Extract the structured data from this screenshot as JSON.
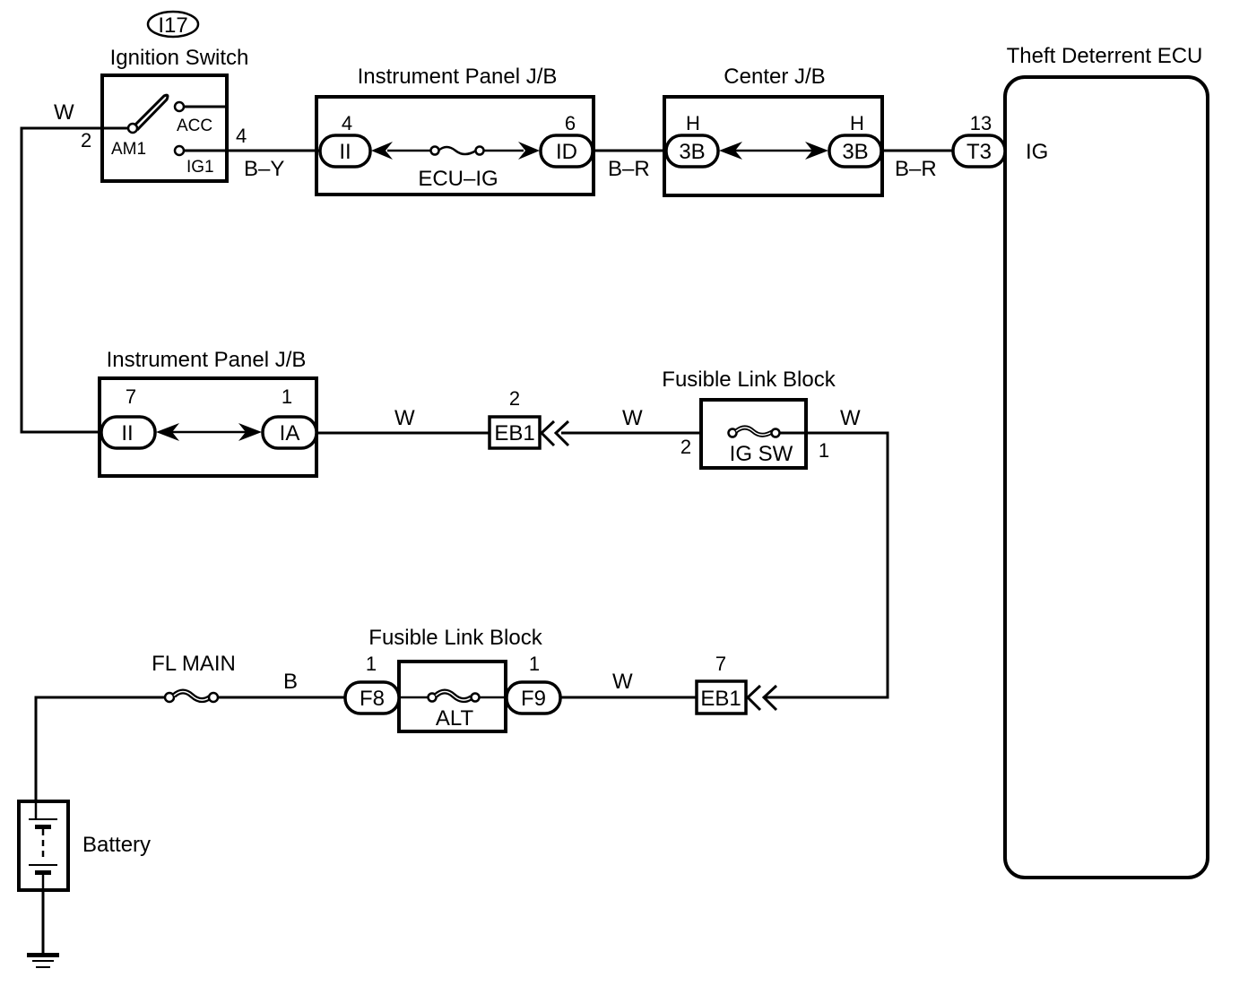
{
  "diagram": {
    "type": "wiring-diagram",
    "components": {
      "ignition_switch": {
        "code": "I17",
        "title": "Ignition Switch",
        "terminals": {
          "am1": "AM1",
          "acc": "ACC",
          "ig1": "IG1"
        },
        "pin_in": "2",
        "pin_out": "4"
      },
      "ip_jb_top": {
        "title": "Instrument Panel J/B",
        "left_pin": "4",
        "left_connector": "II",
        "right_pin": "6",
        "right_connector": "ID",
        "fuse": "ECU–IG"
      },
      "center_jb": {
        "title": "Center J/B",
        "left_pin": "H",
        "left_connector": "3B",
        "right_pin": "H",
        "right_connector": "3B"
      },
      "theft_ecu": {
        "title": "Theft Deterrent ECU",
        "pin": "13",
        "connector": "T3",
        "terminal": "IG"
      },
      "ip_jb_bottom": {
        "title": "Instrument Panel J/B",
        "left_pin": "7",
        "left_connector": "II",
        "right_pin": "1",
        "right_connector": "IA"
      },
      "eb1_upper": {
        "pin": "2",
        "connector": "EB1"
      },
      "fusible_link_ig": {
        "title": "Fusible Link Block",
        "fuse": "IG SW",
        "left_pin": "2",
        "right_pin": "1"
      },
      "fl_main": {
        "title": "FL MAIN"
      },
      "fusible_link_alt": {
        "title": "Fusible Link Block",
        "left_pin": "1",
        "left_connector": "F8",
        "right_pin": "1",
        "right_connector": "F9",
        "fuse": "ALT"
      },
      "eb1_lower": {
        "pin": "7",
        "connector": "EB1"
      },
      "battery": {
        "title": "Battery"
      }
    },
    "wire_colors": {
      "sw_in": "W",
      "sw_out": "B–Y",
      "ip_to_center": "B–R",
      "center_to_ecu": "B–R",
      "ia_to_eb1": "W",
      "eb1_to_fl": "W",
      "fl_out": "W",
      "fl_main_to_f8": "B",
      "f9_to_eb1": "W"
    },
    "icons": [
      "switch-icon",
      "fuse-icon",
      "fusible-link-icon",
      "connector-chevron-icon",
      "battery-icon",
      "ground-icon"
    ]
  }
}
